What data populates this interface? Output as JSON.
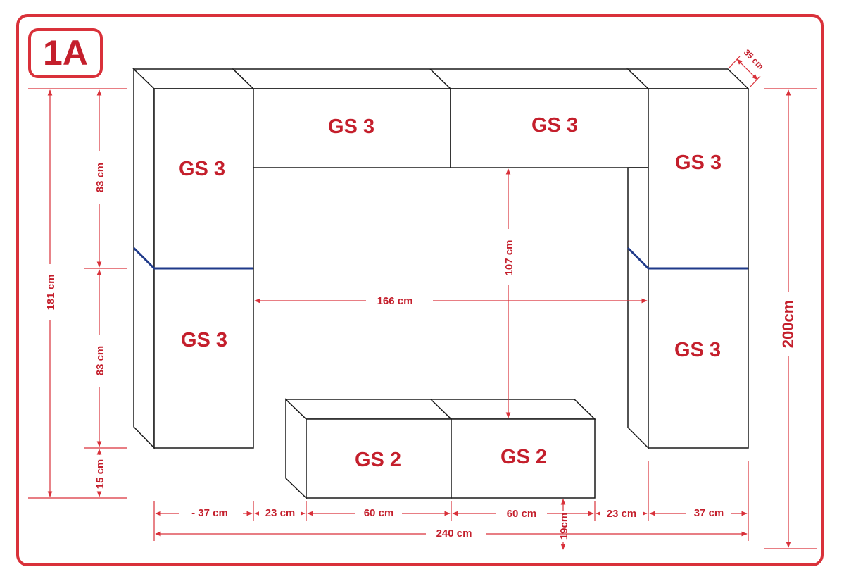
{
  "badge": "1A",
  "colors": {
    "frame": "#d9313a",
    "label": "#c41f2c",
    "dimension": "#d9313a",
    "led_strip": "#1f3a8a",
    "outline": "#1a1a1a"
  },
  "modules": {
    "left_upper": "GS 3",
    "left_lower": "GS 3",
    "top_left": "GS 3",
    "top_right": "GS 3",
    "right_upper": "GS 3",
    "right_lower": "GS 3",
    "tv_left": "GS 2",
    "tv_right": "GS 2"
  },
  "dimensions": {
    "depth": "35 cm",
    "left_upper_height": "83 cm",
    "left_lower_height": "83 cm",
    "floor_gap": "15 cm",
    "left_total_height": "181 cm",
    "opening_height": "107 cm",
    "opening_width": "166 cm",
    "total_height": "200cm",
    "left_width": "- 37 cm",
    "left_gap": "23 cm",
    "tv_left_width": "60 cm",
    "tv_right_width": "60 cm",
    "tv_floor_gap": "19cm",
    "right_gap": "23 cm",
    "right_width": "37 cm",
    "total_width": "240 cm"
  }
}
